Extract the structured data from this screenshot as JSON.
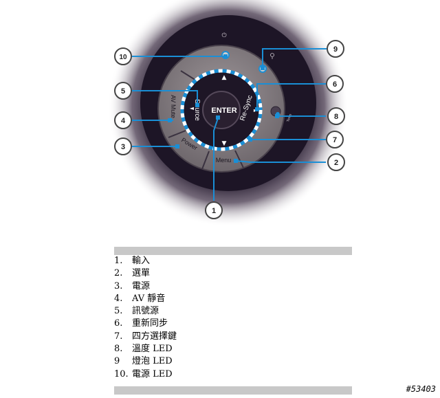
{
  "panel": {
    "enter_label": "ENTER",
    "source_label": "Source",
    "resync_label": "Re-Sync",
    "menu_label": "Menu",
    "av_mute_label": "AV Mute",
    "power_label": "Power",
    "temp_label": "Temp",
    "up_arrow": "▲",
    "down_arrow": "▼",
    "left_arrow": "◄",
    "right_arrow": "►",
    "power_icon": "⏻"
  },
  "callouts": [
    "1",
    "2",
    "3",
    "4",
    "5",
    "6",
    "7",
    "8",
    "9",
    "10"
  ],
  "legend": {
    "items": [
      {
        "num": "1.",
        "text": "輸入"
      },
      {
        "num": "2.",
        "text": "選單"
      },
      {
        "num": "3.",
        "text": "電源"
      },
      {
        "num": "4.",
        "text": "AV 靜音"
      },
      {
        "num": "5.",
        "text": "訊號源"
      },
      {
        "num": "6.",
        "text": "重新同步"
      },
      {
        "num": "7.",
        "text": "四方選擇鍵"
      },
      {
        "num": "8.",
        "text": "溫度 LED"
      },
      {
        "num": "9",
        "text": "燈泡 LED"
      },
      {
        "num": "10.",
        "text": "電源 LED"
      }
    ]
  },
  "watermark": "#53403",
  "colors": {
    "line": "#1a8fd6",
    "dark": "#1e1525",
    "ring": "#7a7478"
  }
}
